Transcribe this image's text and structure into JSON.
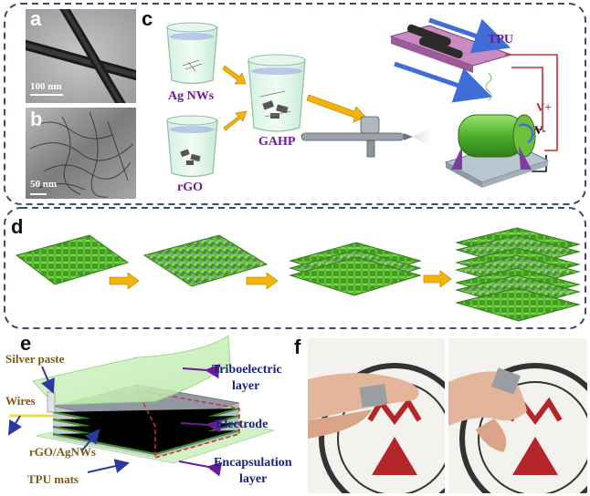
{
  "panels": {
    "a": "a",
    "b": "b",
    "c": "c",
    "d": "d",
    "e": "e",
    "f": "f"
  },
  "micrographs": {
    "a_scale": "100 nm",
    "b_scale": "50 nm"
  },
  "panel_c": {
    "ag_nws": "Ag NWs",
    "rgo": "rGO",
    "gahp": "GAHP",
    "tpu": "TPU",
    "v_plus": "V+",
    "v_minus": "V-"
  },
  "panel_e": {
    "silver_paste": "Silver paste",
    "wires": "Wires",
    "rgo_agnws": "rGO/AgNWs",
    "tpu_mats": "TPU mats",
    "triboelectric": "Triboelectric layer",
    "triboelectric_l1": "Triboelectric",
    "triboelectric_l2": "layer",
    "electrode": "Electrode",
    "encapsulation_l1": "Encapsulation",
    "encapsulation_l2": "layer"
  },
  "colors": {
    "border_dash": "#3b4a6b",
    "arrow_yellow": "#f2b40c",
    "green_fiber": "#4caf2e",
    "purple_text": "#6a1b9a",
    "brown_text": "#7a5a12",
    "navy_text": "#1a237e",
    "red_wire": "#d32f2f"
  }
}
